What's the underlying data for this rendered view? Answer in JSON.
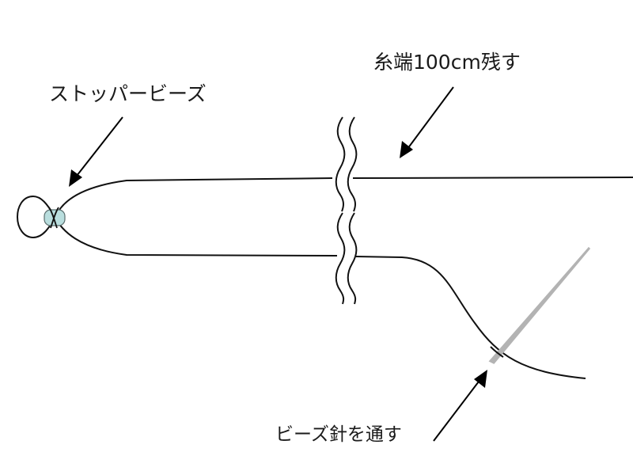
{
  "labels": {
    "stopper_bead": "ストッパービーズ",
    "thread_tail": "糸端100cm残す",
    "bead_needle": "ビーズ針を通す"
  },
  "colors": {
    "thread": "#111111",
    "bead_fill": "#b9dede",
    "bead_stroke": "#5a6e6e",
    "needle": "#b3b3b3",
    "arrow": "#000000",
    "background": "#ffffff"
  },
  "elements": {
    "stopper_bead": "stopper-bead",
    "thread_loop": "thread-loop",
    "upper_thread": "upper-thread",
    "lower_thread": "lower-thread",
    "break_marks": "wavy-break-marks",
    "needle": "bead-needle"
  }
}
